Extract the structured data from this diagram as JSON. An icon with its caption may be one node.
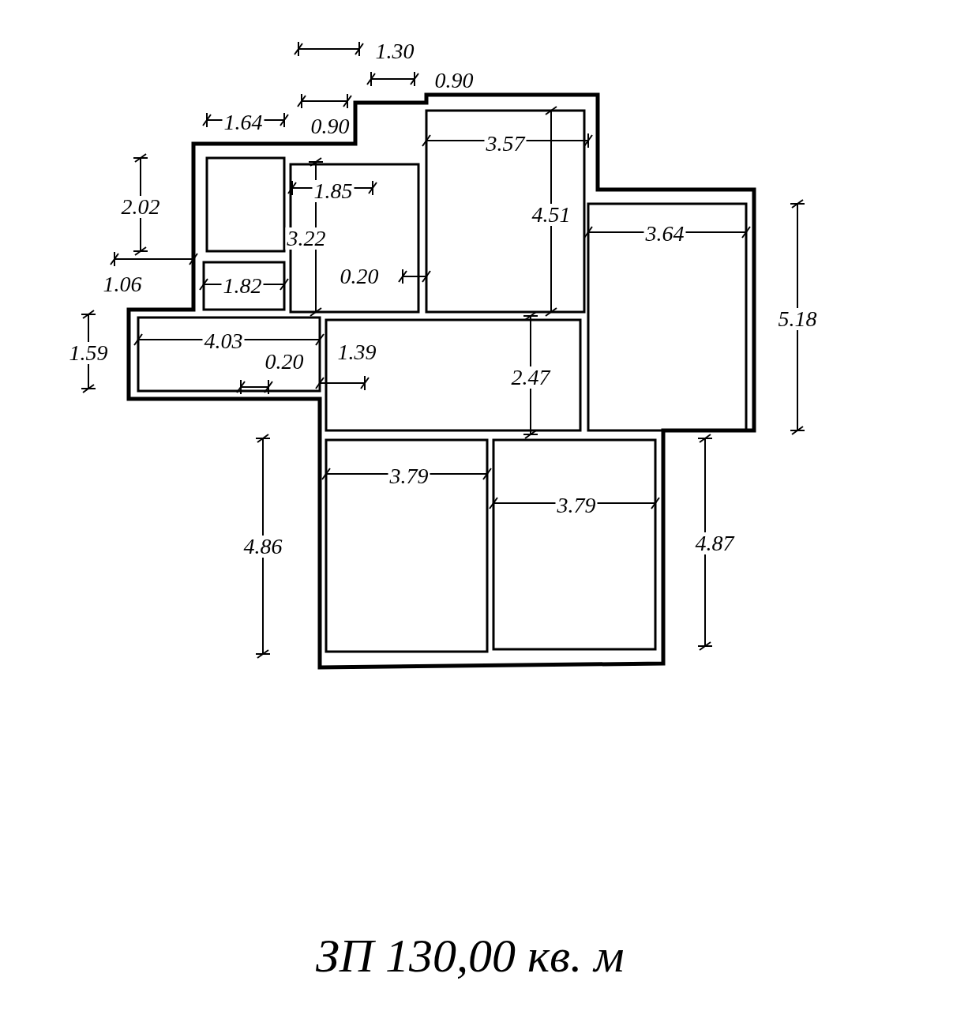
{
  "diagram": {
    "caption": "ЗП 130,00 кв. м",
    "labels": [
      "1.30",
      "0.90",
      "1.64",
      "0.90",
      "3.57",
      "2.02",
      "1.85",
      "4.51",
      "3.22",
      "3.64",
      "0.20",
      "1.06",
      "1.82",
      "5.18",
      "1.59",
      "4.03",
      "1.39",
      "0.20",
      "2.47",
      "3.79",
      "3.79",
      "4.86",
      "4.87"
    ]
  }
}
